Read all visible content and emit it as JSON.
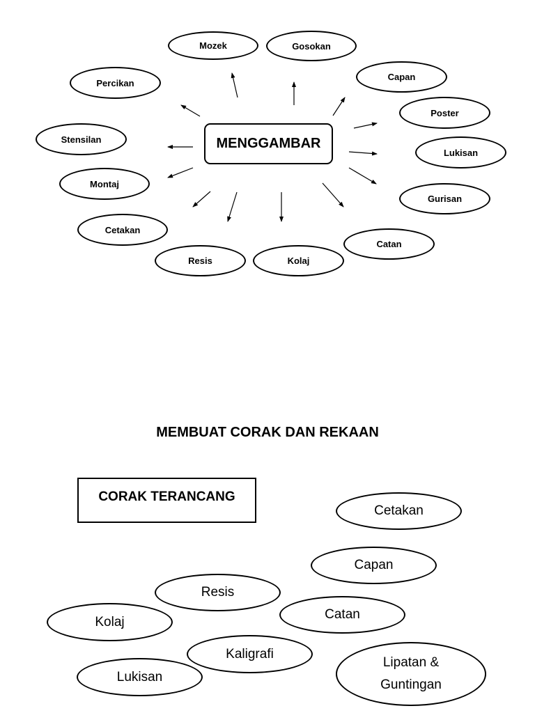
{
  "mindmap": {
    "center": "MENGGAMBAR",
    "nodes": [
      "Mozek",
      "Gosokan",
      "Percikan",
      "Capan",
      "Poster",
      "Stensilan",
      "Lukisan",
      "Montaj",
      "Gurisan",
      "Cetakan",
      "Catan",
      "Resis",
      "Kolaj"
    ]
  },
  "section": {
    "title": "MEMBUAT CORAK DAN REKAAN",
    "box_label": "CORAK TERANCANG",
    "ovals": [
      "Cetakan",
      "Capan",
      "Resis",
      "Catan",
      "Kolaj",
      "Kaligrafi",
      "Lukisan",
      "Lipatan &",
      "Guntingan"
    ]
  }
}
